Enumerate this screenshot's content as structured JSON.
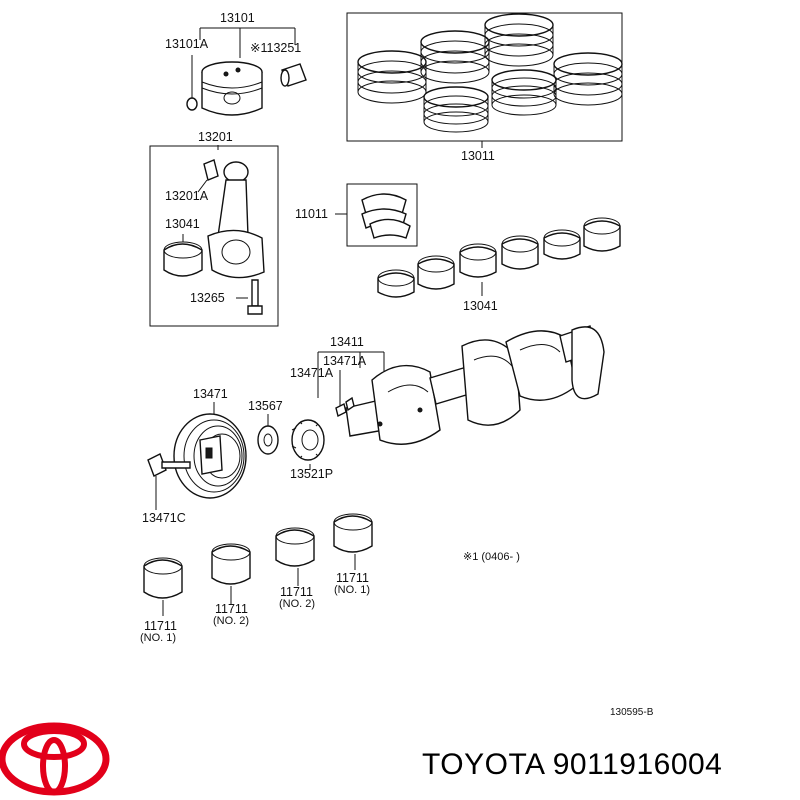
{
  "callouts": {
    "p13101": "13101",
    "p13101A": "13101A",
    "p113251": "※113251",
    "p13011": "13011",
    "p13201": "13201",
    "p13201A": "13201A",
    "p13041a": "13041",
    "p13265": "13265",
    "p11011": "11011",
    "p13041b": "13041",
    "p13411": "13411",
    "p13471A_1": "13471A",
    "p13471A_2": "13471A",
    "p13471": "13471",
    "p13567": "13567",
    "p13521P": "13521P",
    "p13471C": "13471C"
  },
  "bearings": [
    {
      "number": "11711",
      "note": "(NO. 1)"
    },
    {
      "number": "11711",
      "note": "(NO. 2)"
    },
    {
      "number": "11711",
      "note": "(NO. 2)"
    },
    {
      "number": "11711",
      "note": "(NO. 1)"
    }
  ],
  "footnote": "※1  (0406-        )",
  "diagram_code": "130595-B",
  "brand_line": "TOYOTA 9011916004",
  "colors": {
    "logo_red": "#e2001a",
    "line": "#111111"
  },
  "icons": {
    "logo": "toyota-logo-icon"
  }
}
